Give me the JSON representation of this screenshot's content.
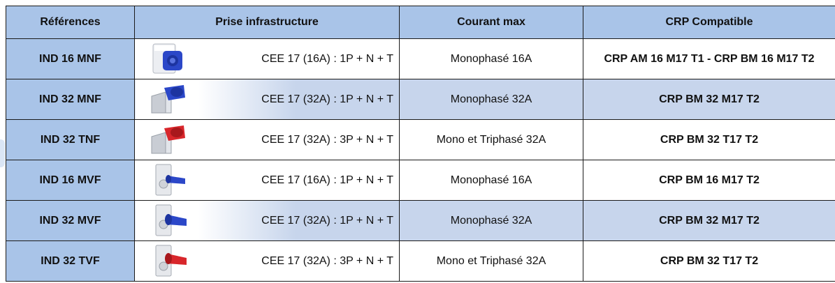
{
  "headers": {
    "references": "Références",
    "prise": "Prise infrastructure",
    "courant": "Courant max",
    "crp": "CRP Compatible"
  },
  "rows": [
    {
      "reference": "IND 16 MNF",
      "prise": "CEE 17 (16A) : 1P + N + T",
      "courant": "Monophasé 16A",
      "crp": "CRP AM 16 M17 T1 -  CRP BM 16 M17 T2",
      "icon": "socket-blue-box-icon"
    },
    {
      "reference": "IND 32 MNF",
      "prise": "CEE 17 (32A) : 1P + N + T",
      "courant": "Monophasé 32A",
      "crp": "CRP BM 32 M17 T2",
      "icon": "socket-blue-angled-icon"
    },
    {
      "reference": "IND 32 TNF",
      "prise": "CEE 17 (32A) : 3P + N + T",
      "courant": "Mono et Triphasé 32A",
      "crp": "CRP BM 32 T17 T2",
      "icon": "socket-red-angled-icon"
    },
    {
      "reference": "IND 16 MVF",
      "prise": "CEE 17 (16A) : 1P + N + T",
      "courant": "Monophasé 16A",
      "crp": "CRP BM 16 M17 T2",
      "icon": "socket-blue-panel-icon"
    },
    {
      "reference": "IND 32 MVF",
      "prise": "CEE 17 (32A) : 1P + N + T",
      "courant": "Monophasé 32A",
      "crp": "CRP BM 32 M17 T2",
      "icon": "socket-blue-panel-icon"
    },
    {
      "reference": "IND 32 TVF",
      "prise": "CEE 17 (32A) : 3P + N + T",
      "courant": "Mono et Triphasé 32A",
      "crp": "CRP BM 32 T17 T2",
      "icon": "socket-red-panel-icon"
    }
  ],
  "colors": {
    "header_bg": "#a9c4e8",
    "row_alt_bg": "#c7d5ec",
    "socket_blue": "#2b47c8",
    "socket_red": "#d8262b"
  }
}
